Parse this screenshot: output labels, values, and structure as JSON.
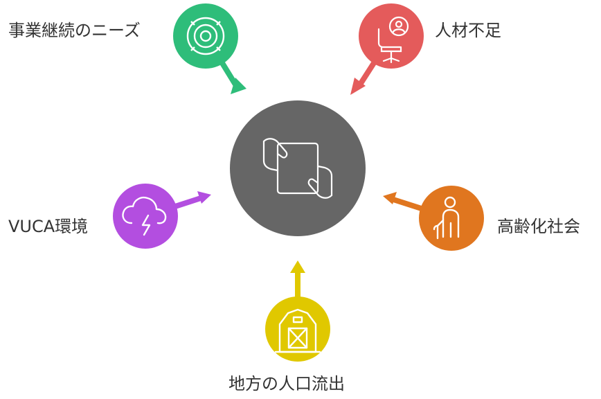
{
  "diagram": {
    "center": {
      "icon": "tablet-handover-icon",
      "color": "#666666"
    },
    "factors": [
      {
        "id": "business-continuity",
        "label": "事業継続のニーズ",
        "icon": "target-icon",
        "color": "#2ebd7a"
      },
      {
        "id": "labor-shortage",
        "label": "人材不足",
        "icon": "office-chair-person-icon",
        "color": "#e45b5b"
      },
      {
        "id": "vuca",
        "label": "VUCA環境",
        "icon": "storm-cloud-icon",
        "color": "#b34ee0"
      },
      {
        "id": "aging-society",
        "label": "高齢化社会",
        "icon": "elderly-cane-icon",
        "color": "#e0761f"
      },
      {
        "id": "rural-outflow",
        "label": "地方の人口流出",
        "icon": "barn-icon",
        "color": "#e0c800"
      }
    ]
  }
}
